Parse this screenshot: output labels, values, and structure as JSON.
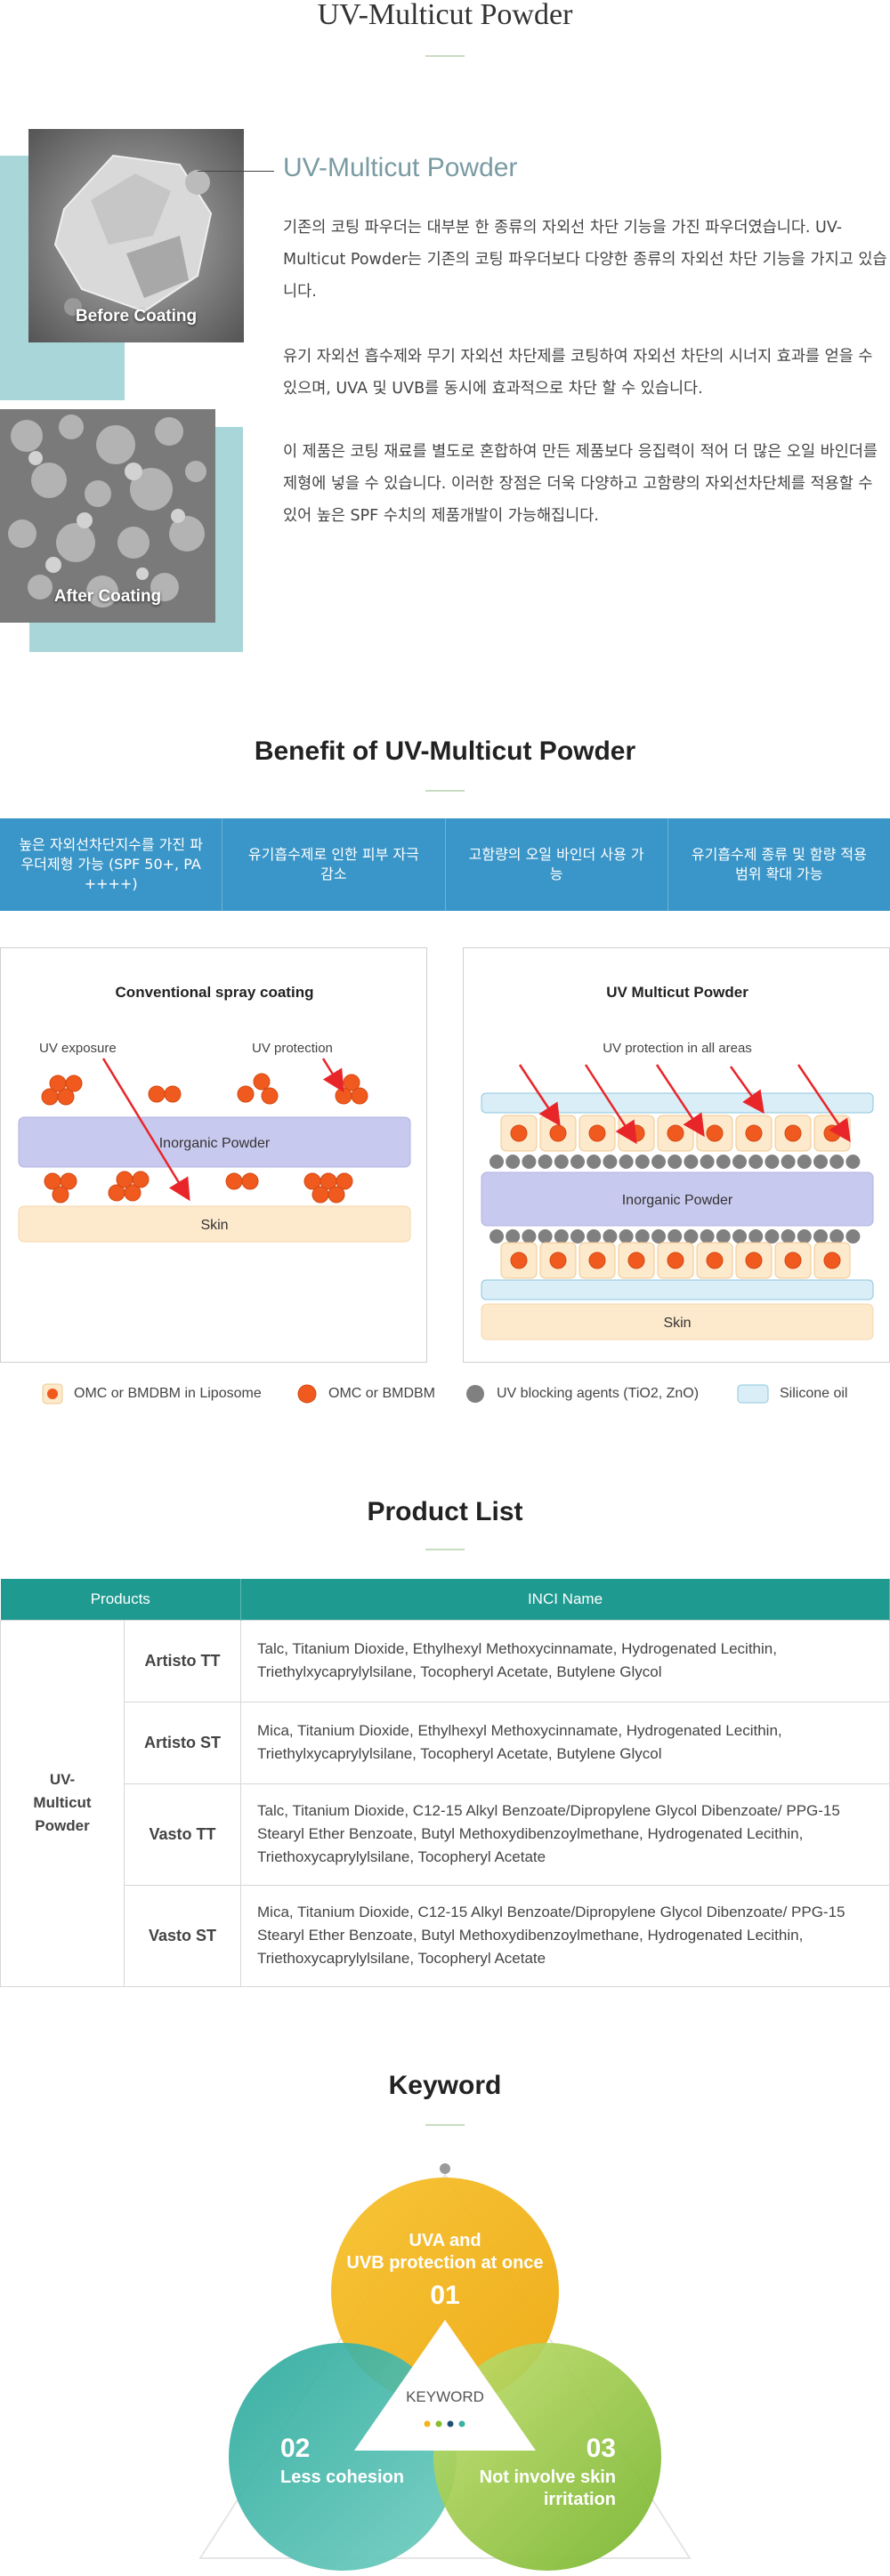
{
  "page_title": "UV-Multicut Powder",
  "intro": {
    "heading": "UV-Multicut Powder",
    "before_label": "Before Coating",
    "after_label": "After Coating",
    "paragraphs": [
      "기존의 코팅 파우더는 대부분 한 종류의 자외선 차단 기능을 가진 파우더였습니다. UV-Multicut Powder는 기존의 코팅 파우더보다 다양한 종류의 자외선 차단 기능을 가지고 있습니다.",
      "유기 자외선 흡수제와 무기 자외선 차단제를 코팅하여 자외선 차단의 시너지 효과를 얻을 수 있으며, UVA 및 UVB를 동시에 효과적으로 차단 할 수 있습니다.",
      "이 제품은 코팅 재료를 별도로 혼합하여 만든 제품보다 응집력이 적어 더 많은 오일 바인더를 제형에 넣을 수 있습니다. 이러한 장점은 더욱 다양하고 고함량의 자외선차단체를 적용할 수 있어 높은 SPF 수치의 제품개발이 가능해집니다."
    ]
  },
  "benefit": {
    "heading": "Benefit of UV-Multicut Powder",
    "items": [
      "높은 자외선차단지수를 가진 파우더제형 가능 (SPF 50+, PA ++++)",
      "유기흡수제로 인한 피부 자극 감소",
      "고함량의 오일 바인더 사용 가능",
      "유기흡수제 종류 및 함량 적용범위 확대 가능"
    ]
  },
  "diagrams": {
    "left": {
      "title": "Conventional spray coating",
      "uv_exposure": "UV exposure",
      "uv_protection": "UV protection",
      "inorganic": "Inorganic Powder",
      "skin": "Skin"
    },
    "right": {
      "title": "UV Multicut Powder",
      "uv_protection_all": "UV protection in all areas",
      "inorganic": "Inorganic Powder",
      "skin": "Skin"
    }
  },
  "legend": {
    "liposome": "OMC or BMDBM in Liposome",
    "omc": "OMC or BMDBM",
    "blocking": "UV blocking agents (TiO2, ZnO)",
    "silicone": "Silicone oil"
  },
  "product_list": {
    "heading": "Product List",
    "col_products": "Products",
    "col_inci": "INCI Name",
    "group": "UV-Multicut Powder",
    "rows": [
      {
        "name": "Artisto TT",
        "inci": "Talc, Titanium Dioxide, Ethylhexyl Methoxycinnamate, Hydrogenated Lecithin, Triethylxycaprylylsilane, Tocopheryl Acetate, Butylene Glycol"
      },
      {
        "name": "Artisto ST",
        "inci": "Mica, Titanium Dioxide, Ethylhexyl Methoxycinnamate, Hydrogenated Lecithin, Triethylxycaprylylsilane, Tocopheryl Acetate, Butylene Glycol"
      },
      {
        "name": "Vasto TT",
        "inci": "Talc, Titanium Dioxide, C12-15 Alkyl Benzoate/Dipropylene Glycol Dibenzoate/ PPG-15 Stearyl Ether Benzoate, Butyl Methoxydibenzoylmethane, Hydrogenated Lecithin, Triethoxycaprylylsilane, Tocopheryl Acetate"
      },
      {
        "name": "Vasto ST",
        "inci": "Mica, Titanium Dioxide, C12-15 Alkyl Benzoate/Dipropylene Glycol Dibenzoate/ PPG-15 Stearyl Ether Benzoate, Butyl Methoxydibenzoylmethane, Hydrogenated Lecithin, Triethoxycaprylylsilane, Tocopheryl Acetate"
      }
    ]
  },
  "keyword": {
    "heading": "Keyword",
    "center": "KEYWORD",
    "k1_text_a": "UVA and",
    "k1_text_b": "UVB protection at once",
    "k1_num": "01",
    "k2_num": "02",
    "k2_text": "Less cohesion",
    "k3_num": "03",
    "k3_text_a": "Not involve skin",
    "k3_text_b": "irritation"
  },
  "colors": {
    "teal": "#1f9a90",
    "blue": "#3a96c8",
    "orange": "#f05a1e",
    "yellow": "#f2b51a",
    "teal_circle": "#3bb0a5",
    "green": "#86bd2c"
  }
}
